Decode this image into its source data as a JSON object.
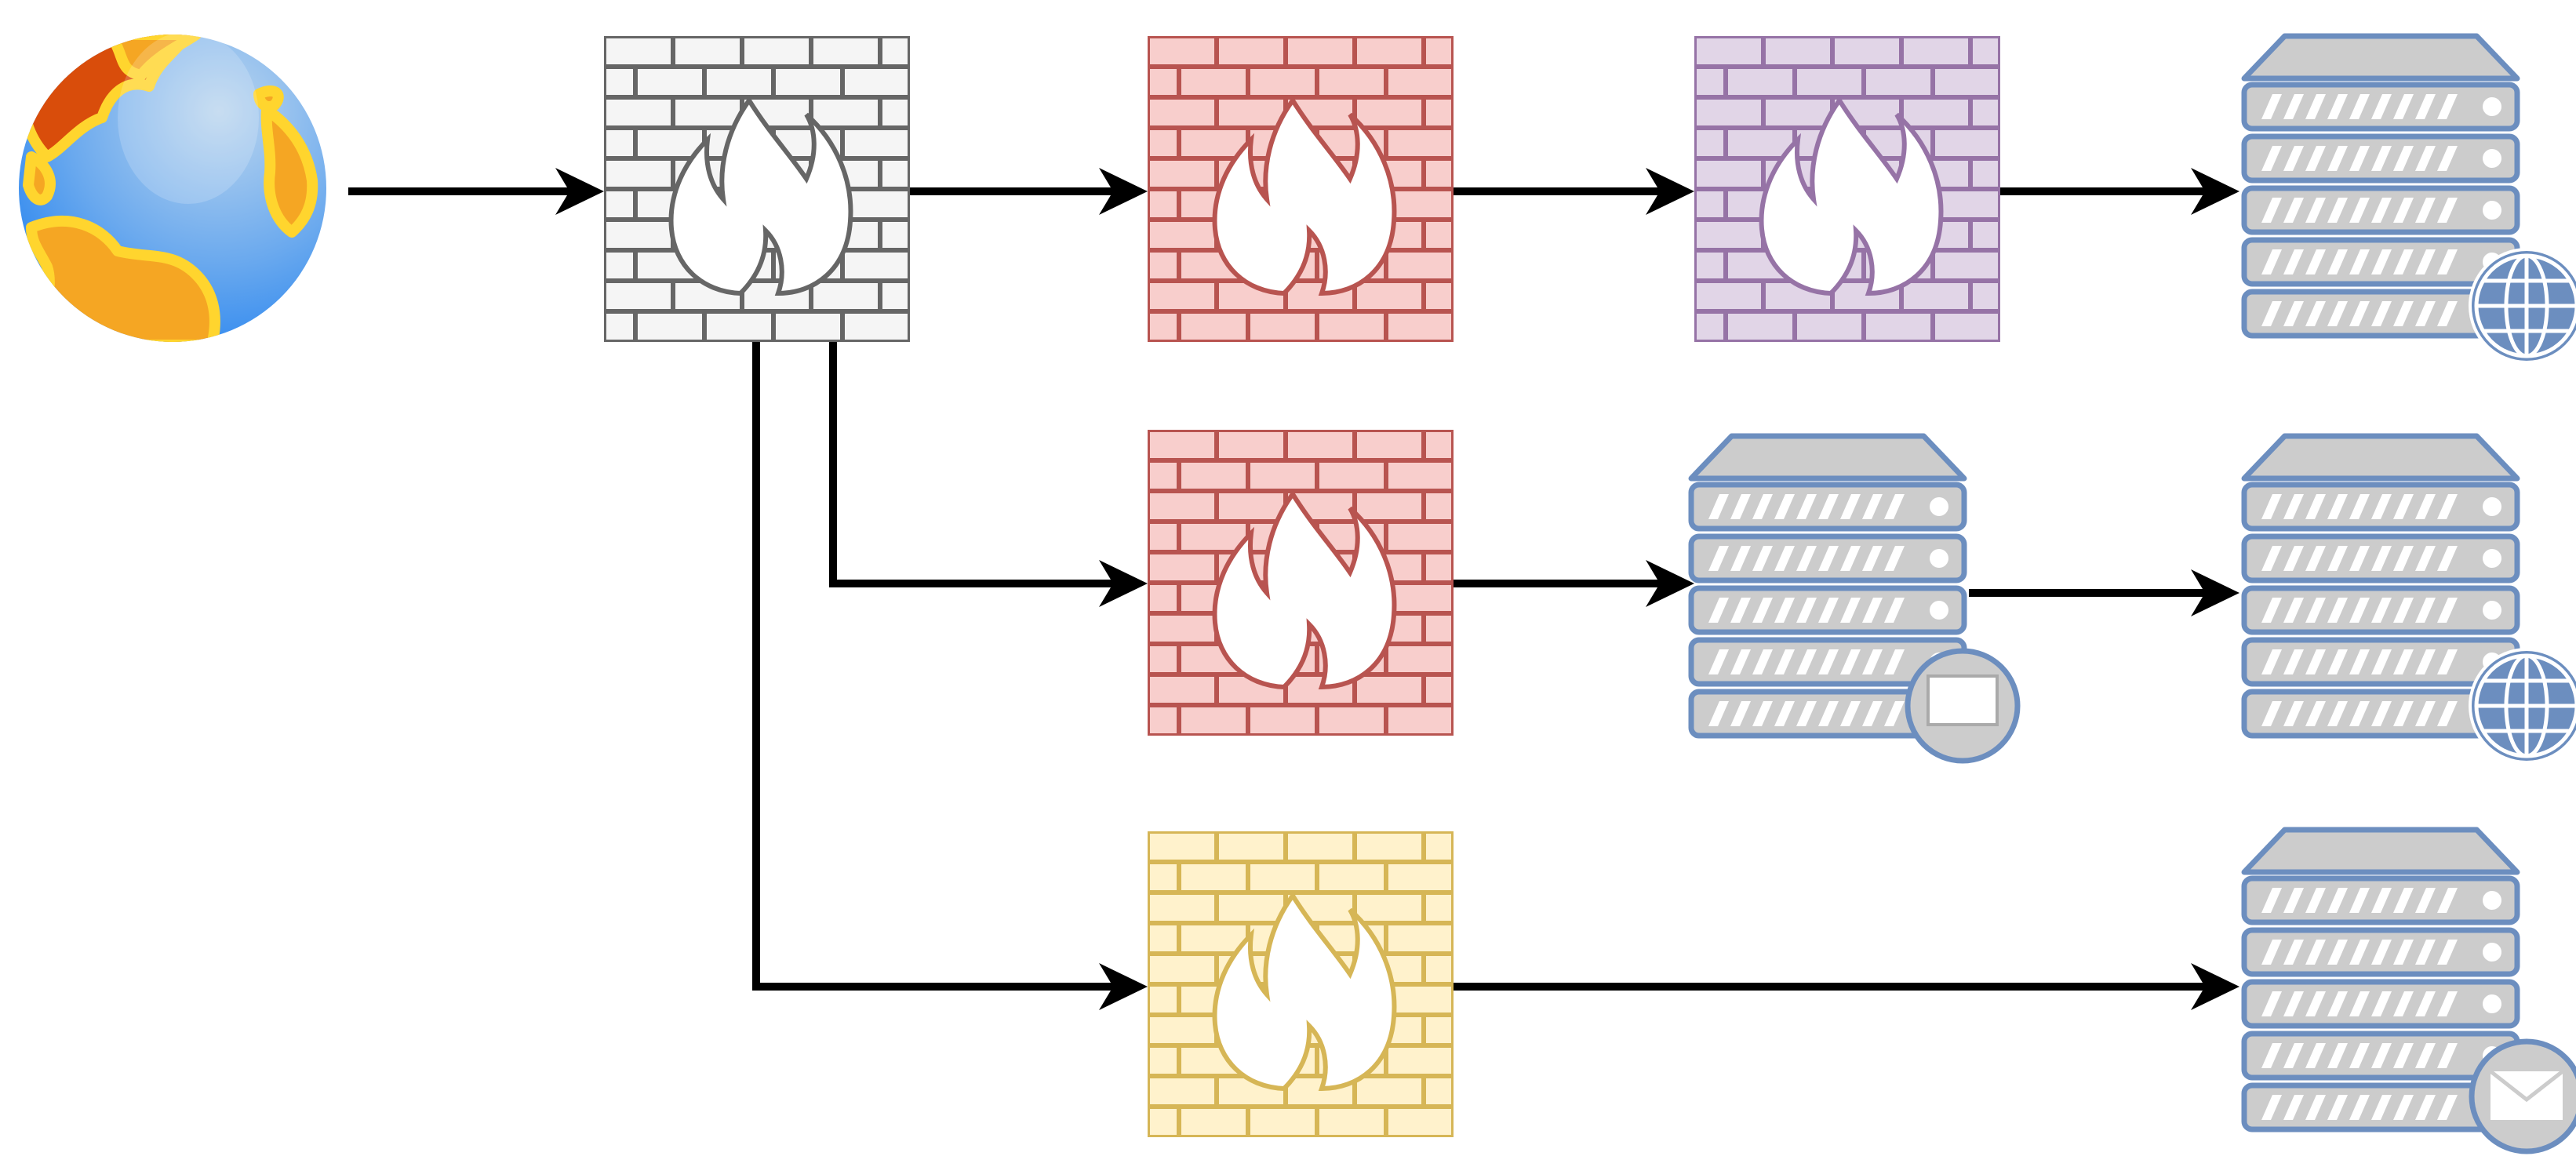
{
  "colors": {
    "edge": "#000000",
    "firewall_gray": {
      "stroke": "#666666",
      "fill": "#f5f5f5"
    },
    "firewall_red": {
      "stroke": "#b85450",
      "fill": "#f8cecc"
    },
    "firewall_purple": {
      "stroke": "#9673a6",
      "fill": "#e1d5e7"
    },
    "firewall_yellow": {
      "stroke": "#d6b656",
      "fill": "#fff2cc"
    },
    "server": {
      "stroke": "#6c8ebf",
      "fill": "#cccccc"
    },
    "globe": {
      "ocean_light": "#bcd6ee",
      "ocean_dark": "#1e7ff0",
      "land": "#f5a623",
      "land_dark": "#d94d0b",
      "coast": "#ffd52e"
    }
  },
  "nodes": [
    {
      "id": "internet",
      "kind": "globe",
      "icon": "globe-icon"
    },
    {
      "id": "fw-edge",
      "kind": "firewall",
      "variant": "gray",
      "icon": "firewall-icon"
    },
    {
      "id": "fw-top-1",
      "kind": "firewall",
      "variant": "red",
      "icon": "firewall-icon"
    },
    {
      "id": "fw-top-2",
      "kind": "firewall",
      "variant": "purple",
      "icon": "firewall-icon"
    },
    {
      "id": "web-server-top",
      "kind": "server",
      "badge": "globe-badge-icon",
      "icon": "web-server-icon"
    },
    {
      "id": "fw-middle",
      "kind": "firewall",
      "variant": "red",
      "icon": "firewall-icon"
    },
    {
      "id": "app-server",
      "kind": "server",
      "badge": "monitor-badge-icon",
      "icon": "application-server-icon"
    },
    {
      "id": "web-server-middle",
      "kind": "server",
      "badge": "globe-badge-icon",
      "icon": "web-server-icon"
    },
    {
      "id": "fw-bottom",
      "kind": "firewall",
      "variant": "yellow",
      "icon": "firewall-icon"
    },
    {
      "id": "mail-server",
      "kind": "server",
      "badge": "envelope-badge-icon",
      "icon": "mail-server-icon"
    }
  ],
  "edges": [
    {
      "from": "internet",
      "to": "fw-edge"
    },
    {
      "from": "fw-edge",
      "to": "fw-top-1"
    },
    {
      "from": "fw-top-1",
      "to": "fw-top-2"
    },
    {
      "from": "fw-top-2",
      "to": "web-server-top"
    },
    {
      "from": "fw-edge",
      "to": "fw-middle"
    },
    {
      "from": "fw-middle",
      "to": "app-server"
    },
    {
      "from": "app-server",
      "to": "web-server-middle"
    },
    {
      "from": "fw-edge",
      "to": "fw-bottom"
    },
    {
      "from": "fw-bottom",
      "to": "mail-server"
    }
  ]
}
